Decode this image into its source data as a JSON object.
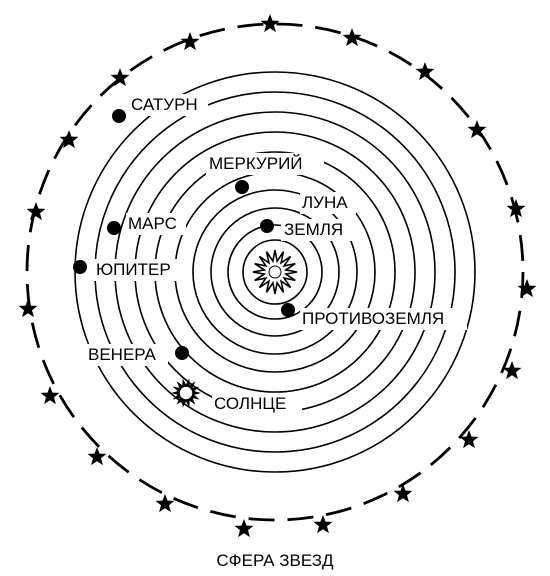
{
  "labels": {
    "saturn": "САТУРН",
    "mercury": "МЕРКУРИЙ",
    "moon": "ЛУНА",
    "mars": "МАРС",
    "earth": "ЗЕМЛЯ",
    "jupiter": "ЮПИТЕР",
    "counter_earth": "ПРОТИВОЗЕМЛЯ",
    "venus": "ВЕНЕРА",
    "sun": "СОЛНЦЕ",
    "star_sphere": "СФЕРА ЗВЕЗД"
  },
  "colors": {
    "ink": "#000000",
    "paper": "#ffffff"
  },
  "icons": {
    "stars": "star-icon",
    "central_fire": "sunburst-icon",
    "sun": "sun-icon",
    "moon": "crescent-icon"
  }
}
